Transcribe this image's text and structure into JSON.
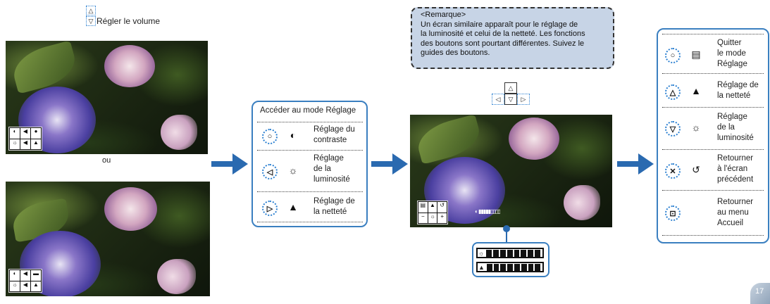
{
  "top": {
    "volume_label": "Régler le volume",
    "or_label": "ou"
  },
  "menu1": {
    "title": "Accéder au mode Réglage",
    "items": [
      {
        "button_glyph": "O",
        "label_lines": [
          "Réglage du",
          "contraste"
        ],
        "icon": "contrast-icon"
      },
      {
        "button_glyph": "◁",
        "label_lines": [
          "Réglage",
          "de la",
          "luminosité"
        ],
        "icon": "brightness-icon"
      },
      {
        "button_glyph": "▷",
        "label_lines": [
          "Réglage de",
          "la netteté"
        ],
        "icon": "sharpness-icon"
      }
    ]
  },
  "note": {
    "title": "<Remarque>",
    "lines": [
      "Un écran similaire apparaît pour le réglage de",
      "la luminosité et celui de la netteté. Les fonctions",
      "des boutons sont pourtant différentes. Suivez le",
      "guides des boutons."
    ]
  },
  "menu2": {
    "items": [
      {
        "button_glyph": "O",
        "label_lines": [
          "Quitter",
          "le mode",
          "Réglage"
        ],
        "icon": "quit-menu-icon"
      },
      {
        "button_glyph": "△",
        "label_lines": [
          "Réglage de",
          "la netteté"
        ],
        "icon": "sharpness-icon"
      },
      {
        "button_glyph": "▽",
        "label_lines": [
          "Réglage",
          "de la",
          "luminosité"
        ],
        "icon": "brightness-icon"
      },
      {
        "button_glyph": "✕",
        "label_lines": [
          "Retourner",
          "à l'écran",
          "précédent"
        ],
        "icon": "back-icon"
      },
      {
        "button_glyph": "⊡",
        "label_lines": [
          "Retourner",
          "au menu",
          "Accueil"
        ],
        "icon": ""
      }
    ]
  },
  "page_number": "17",
  "colors": {
    "accent": "#2a6ab0",
    "note_bg": "#c7d4e6",
    "button_dot": "#2a7fd0"
  }
}
